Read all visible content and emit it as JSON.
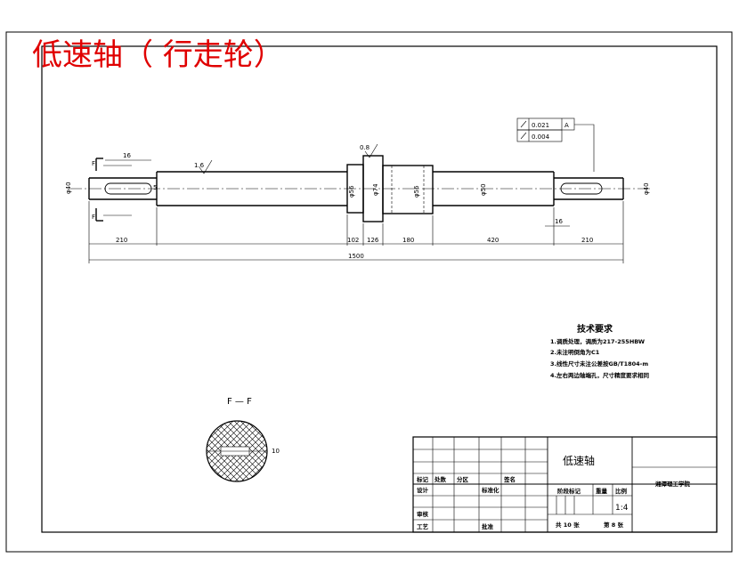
{
  "drawing": {
    "title_red": "低速轴（ 行走轮）"
  },
  "dimensions": {
    "key_width_left": "16",
    "key_width_right": "16",
    "key_depth": "5",
    "dia_left_end": "φ40",
    "dia_right_end": "φ40",
    "dia_bearing": "φ56",
    "dia_shoulder": "φ74",
    "dia_hub": "φ56",
    "dia_shaft": "φ50",
    "len_210_left": "210",
    "len_102": "102",
    "len_126": "126",
    "len_180": "180",
    "len_420": "420",
    "len_210_right": "210",
    "len_total": "1500",
    "roughness_1": "1.6",
    "roughness_2": "0.8",
    "section_label_left": "F",
    "section_label_left_b": "F"
  },
  "tolerance_frame": {
    "row1_value": "0.021",
    "row1_datum": "A",
    "row2_value": "0.004"
  },
  "tech_req": {
    "heading": "技术要求",
    "items": [
      "1.调质处理，调质为217-255HBW",
      "2.未注明倒角为C1",
      "3.线性尺寸未注公差按GB/T1804-m",
      "4.左右两边轴端孔，尺寸精度要求相同"
    ]
  },
  "section_view": {
    "label": "F — F",
    "dim": "10"
  },
  "title_block": {
    "part_name": "低速轴",
    "school": "湘潭理工学院",
    "row_labels": [
      "标记",
      "处数",
      "分区",
      "签名"
    ],
    "design": "设计",
    "standard": "标准化",
    "stage_mark": "阶段标记",
    "weight": "重量",
    "scale_label": "比例",
    "scale": "1:4",
    "review": "审核",
    "process": "工艺",
    "approve": "批准",
    "sheets_total": "共 10 张",
    "sheet_no": "第 8 张"
  }
}
